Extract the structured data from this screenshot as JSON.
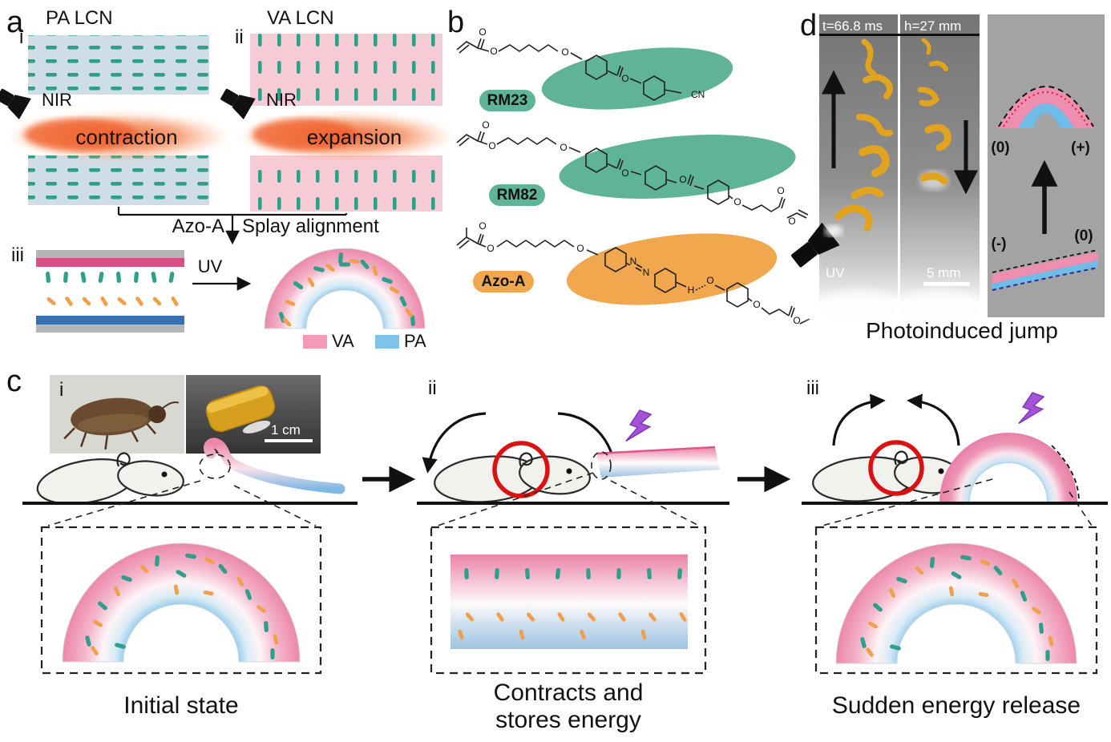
{
  "panels": {
    "a": {
      "label": "a",
      "sub_i": "i",
      "sub_ii": "ii",
      "sub_iii": "iii",
      "pa_title": "PA LCN",
      "va_title": "VA LCN",
      "nir_left": "NIR",
      "nir_right": "NIR",
      "contraction": "contraction",
      "expansion": "expansion",
      "azo_label": "Azo-A",
      "splay_label": "Splay alignment",
      "uv_label": "UV",
      "legend_va": "VA",
      "legend_pa": "PA"
    },
    "b": {
      "label": "b",
      "molecules": [
        {
          "name": "RM23",
          "atoms": [
            "O",
            "O",
            "O",
            "O",
            "CN"
          ]
        },
        {
          "name": "RM82",
          "atoms": [
            "O",
            "O",
            "O",
            "O",
            "O",
            "O",
            "O",
            "O"
          ]
        },
        {
          "name": "Azo-A",
          "atoms": [
            "O",
            "O",
            "O",
            "N",
            "N",
            "H",
            "O",
            "O",
            "O"
          ]
        }
      ]
    },
    "c": {
      "label": "c",
      "sub_i": "i",
      "sub_ii": "ii",
      "sub_iii": "iii",
      "scale_bar": "1 cm",
      "caption_i": "Initial state",
      "caption_ii_line1": "Contracts and",
      "caption_ii_line2": "stores energy",
      "caption_iii": "Sudden energy release"
    },
    "d": {
      "label": "d",
      "time_label": "t=66.8 ms",
      "height_label": "h=27 mm",
      "uv_label": "UV",
      "scale_bar": "5 mm",
      "mark_zero_top": "(0)",
      "mark_plus": "(+)",
      "mark_minus": "(-)",
      "mark_zero_bottom": "(0)",
      "caption": "Photoinduced jump"
    }
  },
  "colors": {
    "teal_mesogen": "#2f9f8c",
    "orange_mesogen": "#f0a04a",
    "pink_va_bg": "#f8ccd6",
    "blue_pa_bg": "#cfdde6",
    "legend_pink": "#f19cb4",
    "legend_blue": "#7fc3e8",
    "magenta_bar": "#d94f86",
    "blue_bar": "#3a6fae",
    "green_highlight": "#5fb396",
    "orange_highlight": "#f0a74e",
    "red_mark": "#d42020",
    "purple_bolt": "#a452d8",
    "film_yellow": "#e2a41f",
    "nir_beam": "#f1622f"
  }
}
